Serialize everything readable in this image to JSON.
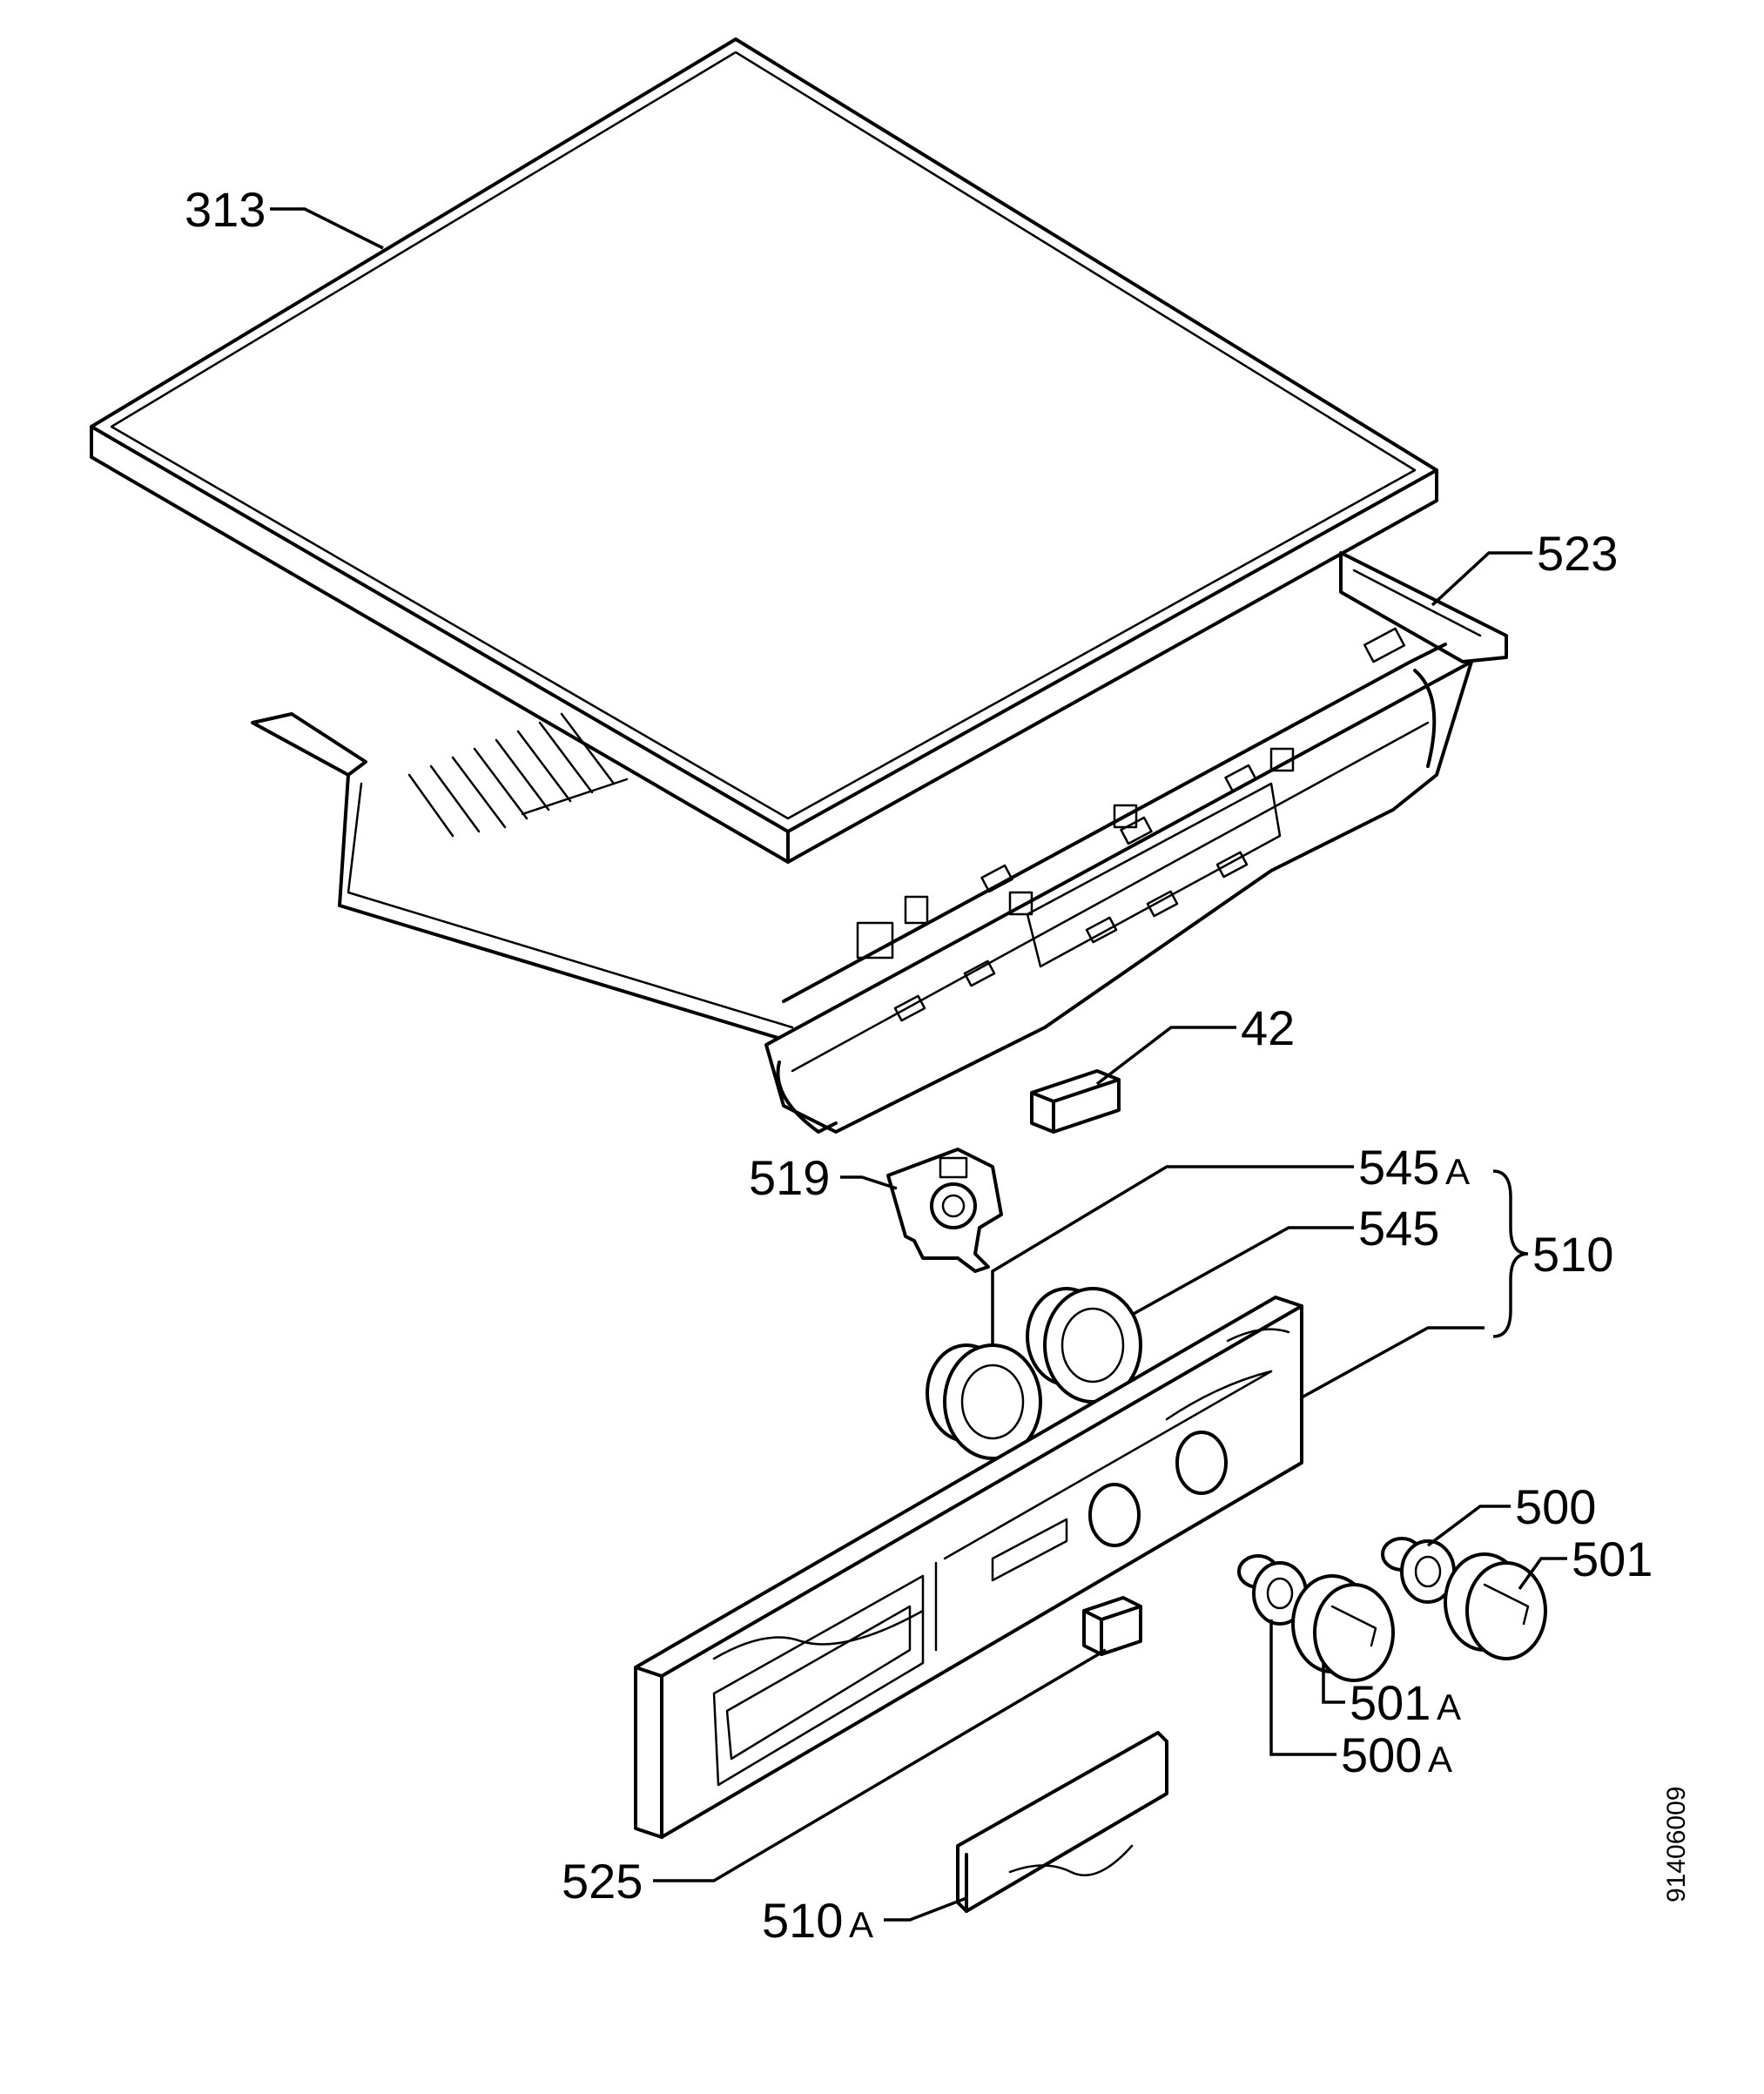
{
  "drawing_number": "91406009",
  "callouts": {
    "c313": "313",
    "c523": "523",
    "c42": "42",
    "c519": "519",
    "c545a": "545",
    "c545": "545",
    "c510": "510",
    "c500": "500",
    "c501": "501",
    "c501a": "501",
    "c500a": "500",
    "c525": "525",
    "c510a": "510"
  },
  "suffix": "A"
}
